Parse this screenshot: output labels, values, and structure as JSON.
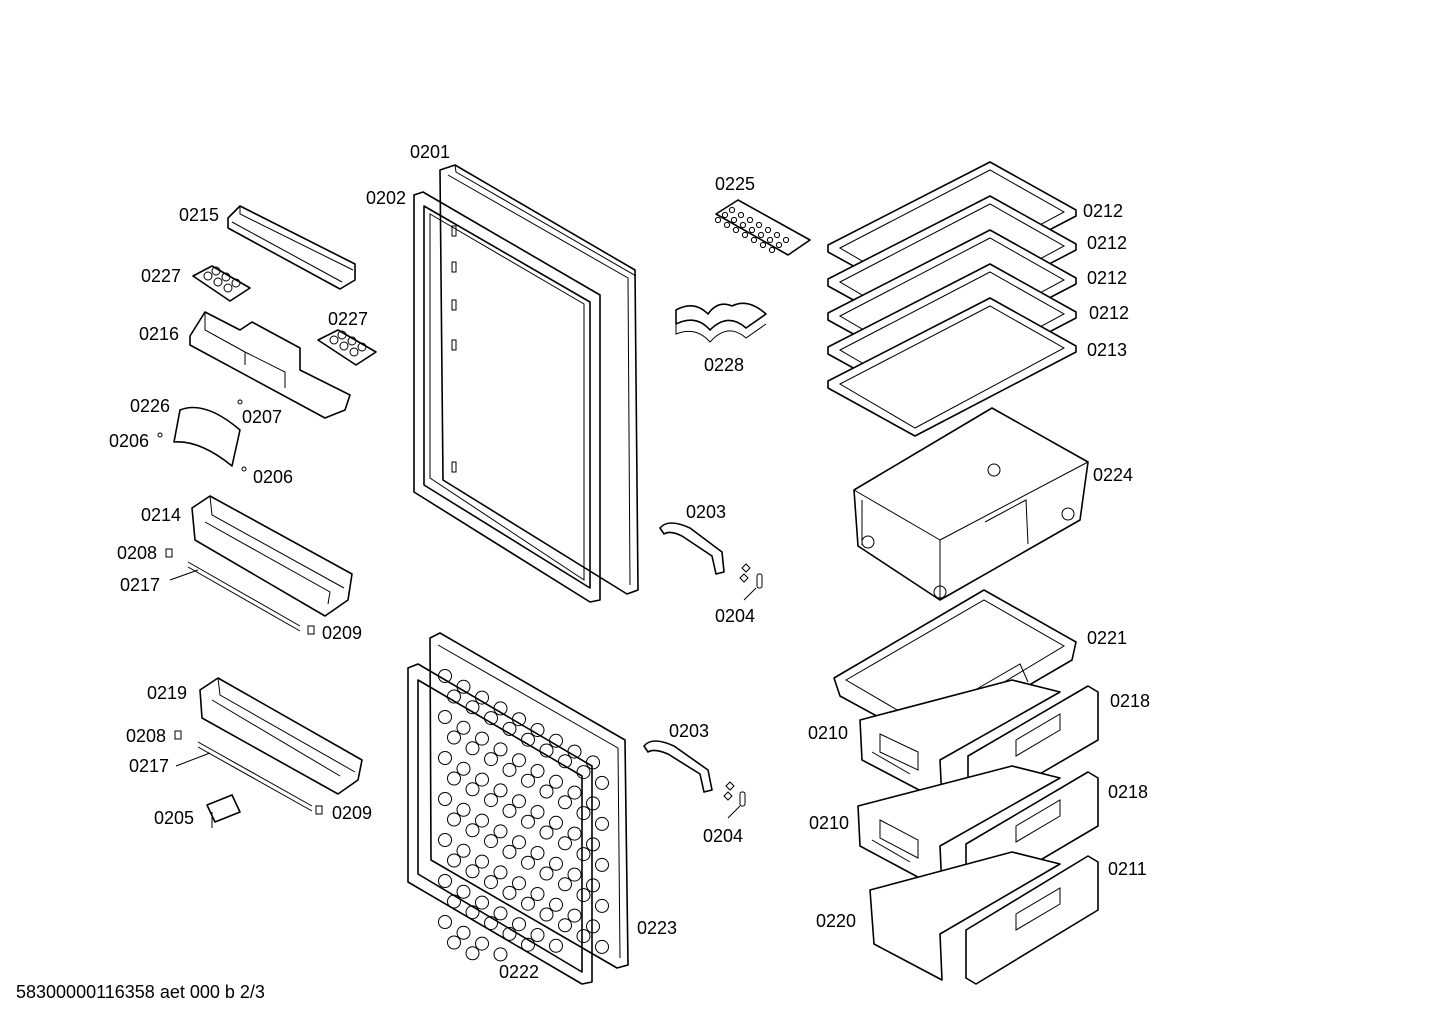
{
  "labels": {
    "p0201": "0201",
    "p0202": "0202",
    "p0203a": "0203",
    "p0203b": "0203",
    "p0204a": "0204",
    "p0204b": "0204",
    "p0205": "0205",
    "p0206a": "0206",
    "p0206b": "0206",
    "p0207": "0207",
    "p0208a": "0208",
    "p0208b": "0208",
    "p0209a": "0209",
    "p0209b": "0209",
    "p0210a": "0210",
    "p0210b": "0210",
    "p0211": "0211",
    "p0212a": "0212",
    "p0212b": "0212",
    "p0212c": "0212",
    "p0212d": "0212",
    "p0213": "0213",
    "p0214": "0214",
    "p0215": "0215",
    "p0216": "0216",
    "p0217a": "0217",
    "p0217b": "0217",
    "p0218a": "0218",
    "p0218b": "0218",
    "p0219": "0219",
    "p0220": "0220",
    "p0221": "0221",
    "p0222": "0222",
    "p0223": "0223",
    "p0224": "0224",
    "p0225": "0225",
    "p0226": "0226",
    "p0227a": "0227",
    "p0227b": "0227",
    "p0228": "0228"
  },
  "footer": "58300000116358 aet 000 b 2/3"
}
